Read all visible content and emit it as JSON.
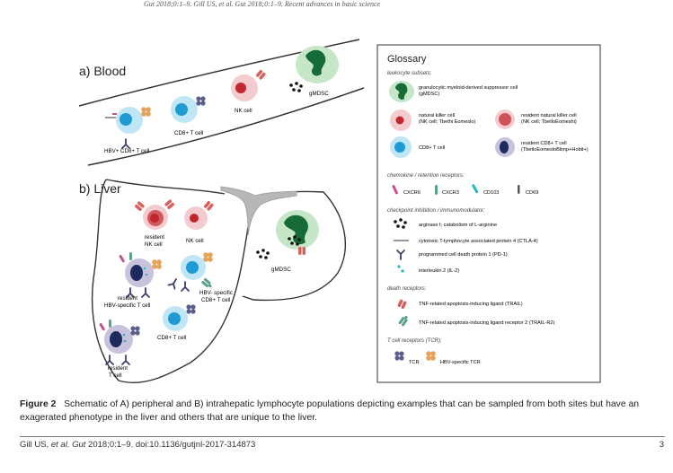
{
  "running_head": "Gut 2018;0:1–9. Gill US, et al. Gut 2018;0:1–9. Recent advances in basic science",
  "panel_a": {
    "title": "a) Blood",
    "labels": {
      "hbv_cd8": "HBV+ CD8+ T cell",
      "cd8": "CD8+ T cell",
      "nk": "NK cell",
      "gmdsc": "gMDSC"
    }
  },
  "panel_b": {
    "title": "b) Liver",
    "labels": {
      "resident_nk_1": "resident",
      "resident_nk_2": "NK cell",
      "nk": "NK cell",
      "res_hbv_1": "resident",
      "res_hbv_2": "HBV-specific T cell",
      "hbv_cd8_1": "HBV- specific",
      "hbv_cd8_2": "CD8+ T cell",
      "cd8": "CD8+ T cell",
      "res_t_1": "resident",
      "res_t_2": "T cell",
      "gmdsc": "gMDSC"
    }
  },
  "glossary": {
    "title": "Glossary",
    "sections": {
      "leukocyte": "leukocyte subsets:",
      "chemokine": "chemokine / retention receptors:",
      "checkpoint": "checkpoint inhibition / immunomodulator:",
      "death": "death receptors:",
      "tcr": "T cell receptors (TCR):"
    },
    "gmdsc_1": "granulocytic myeloid-derived suppressor cell",
    "gmdsc_2": "(gMDSC)",
    "nk_1": "natural killer cell",
    "nk_2": "(NK cell; Tbethi Eomeslo)",
    "rnk_1": "resident natural killer cell",
    "rnk_2": "(NK cell; TbetloEomeshi)",
    "cd8": "CD8+ T cell",
    "rcd8_1": "resident CD8+ T cell",
    "rcd8_2": "(TbetloEomesloBlimp+Hobit+)",
    "cxcr6": "CXCR6",
    "cxcr3": "CXCR3",
    "cd103": "CD103",
    "cd69": "CD69",
    "arginase": "arginase I; catabolism of L-arginine",
    "ctla4": "cytotoxic T-lymphocyte associated protein 4 (CTLA-4)",
    "pd1": "programmed cell death protein 1 (PD-1)",
    "il2": "interleukin 2 (IL-2)",
    "trail": "TNF-related apoptosis-inducing ligand (TRAIL)",
    "trailr2": "TNF-related apoptosis-inducing ligand receptor 2 (TRAIL-R2)",
    "tcr": "TCR",
    "hbv_tcr": "HBV-specific TCR"
  },
  "caption": {
    "label": "Figure 2",
    "text": "Schematic of A) peripheral and B) intrahepatic lymphocyte populations depicting examples that can be sampled from both sites but have an exagerated phenotype in the liver and others that are unique to the liver."
  },
  "footer": {
    "authors": "Gill US, ",
    "etal": "et al",
    "journal": ". Gut",
    "citation": " 2018;0:1–9. doi:10.1136/gutjnl-2017-314873",
    "page": "3"
  },
  "colors": {
    "cd8_cell": "#bfe6f5",
    "cd8_nucleus": "#1f9ad3",
    "nk_cell": "#f4cccf",
    "nk_nucleus": "#c0282e",
    "resident_cell": "#c8c2dd",
    "resident_nucleus": "#1d2a5e",
    "gmdsc_cell": "#c6e6c8",
    "gmdsc_nucleus": "#166b37",
    "tcr": "#5a5f8c",
    "hbv_tcr": "#e6a35c",
    "cxcr6": "#c94f8b",
    "cxcr3": "#5aa08a",
    "cd103": "#2ab7c2",
    "cd69": "#555555",
    "trail": "#d9605b"
  }
}
